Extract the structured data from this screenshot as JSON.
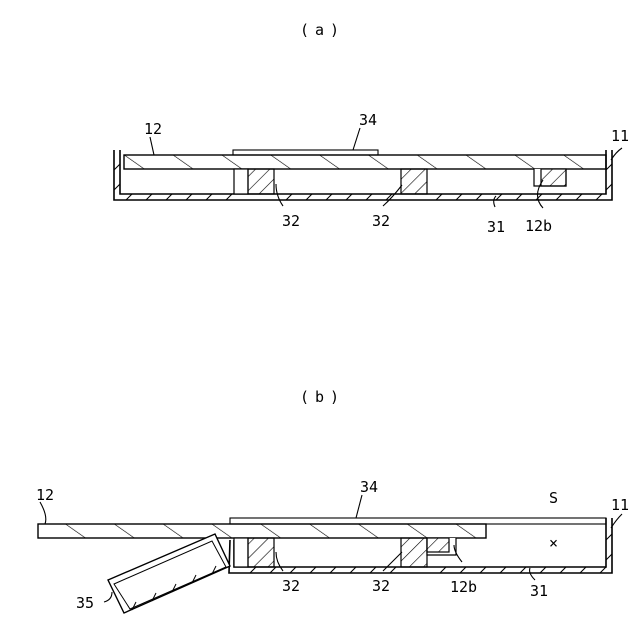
{
  "figure_a": {
    "caption": "(a)",
    "labels": {
      "cover": "12",
      "top_plate": "34",
      "housing": "11",
      "rib_left": "32",
      "rib_right": "32",
      "base": "31",
      "stopper": "12b"
    }
  },
  "figure_b": {
    "caption": "(b)",
    "labels": {
      "cover": "12",
      "top_plate": "34",
      "space": "S",
      "space_mark": "×",
      "housing": "11",
      "rib_left": "32",
      "rib_right": "32",
      "stopper": "12b",
      "base": "31",
      "hinged_part": "35"
    }
  }
}
